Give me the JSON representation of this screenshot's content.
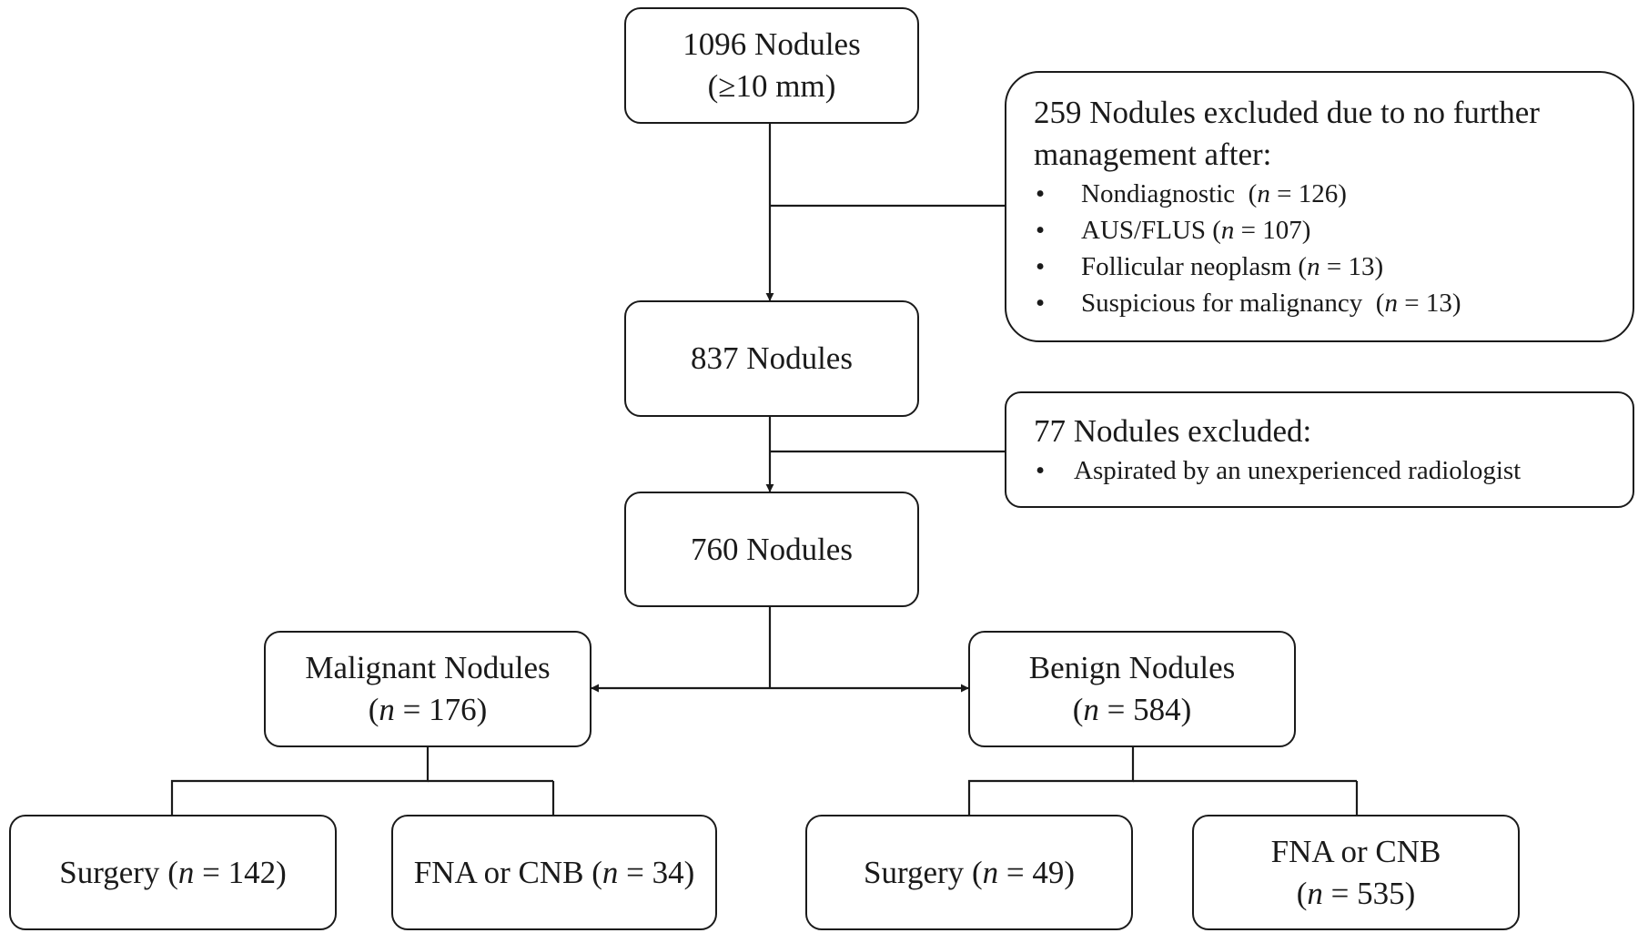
{
  "nodes": {
    "start": {
      "line1": "1096 Nodules",
      "line2": "(≥10 mm)"
    },
    "exclusion1": {
      "head1": "259 Nodules excluded due to no further",
      "head2": "management after:",
      "items": [
        {
          "label": "Nondiagnostic",
          "n": "126"
        },
        {
          "label": "AUS/FLUS",
          "n": "107"
        },
        {
          "label": "Follicular neoplasm",
          "n": "13"
        },
        {
          "label": "Suspicious for malignancy",
          "n": "13"
        }
      ]
    },
    "after1": {
      "label": "837 Nodules"
    },
    "exclusion2": {
      "head": "77 Nodules excluded:",
      "items": [
        {
          "label": "Aspirated by an unexperienced radiologist"
        }
      ]
    },
    "after2": {
      "label": "760 Nodules"
    },
    "malignant": {
      "label": "Malignant Nodules",
      "n": "176"
    },
    "benign": {
      "label": "Benign Nodules",
      "n": "584"
    },
    "malignant_surgery": {
      "label": "Surgery",
      "n": "142"
    },
    "malignant_fna": {
      "label": "FNA or CNB",
      "n": "34"
    },
    "benign_surgery": {
      "label": "Surgery",
      "n": "49"
    },
    "benign_fna": {
      "label": "FNA or CNB",
      "n": "535"
    }
  },
  "n_symbol": "n"
}
